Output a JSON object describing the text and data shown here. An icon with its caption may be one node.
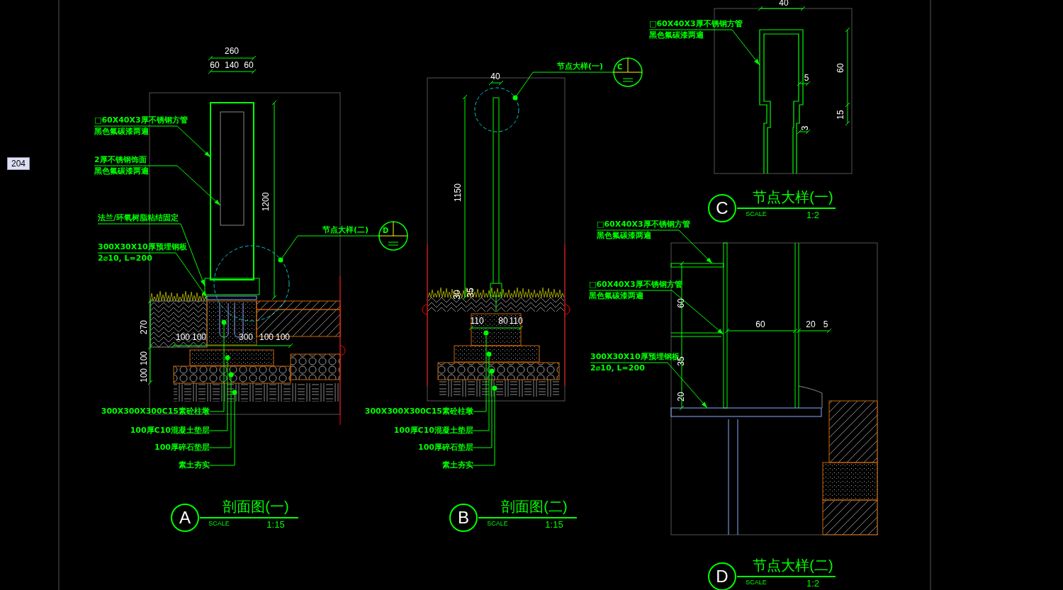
{
  "diagram": {
    "nodes": [
      {
        "text": [
          "□60X40X3厚不锈钢方管",
          "黑色氟碳漆两遍"
        ]
      },
      {
        "text": [
          "2厚不锈钢饰面",
          "黑色氟碳漆两遍"
        ]
      },
      {
        "text": [
          "法兰/环氧树脂粘结固定"
        ]
      },
      {
        "text": [
          "300X30X10厚预埋钢板",
          "2⌀10, L=200"
        ]
      },
      {
        "text": [
          "节点大样(二)",
          "D"
        ]
      },
      {
        "text": [
          "300X300X300C15素砼柱墩"
        ]
      },
      {
        "text": [
          "100厚C10混凝土垫层"
        ]
      },
      {
        "text": [
          "100厚碎石垫层"
        ]
      },
      {
        "text": [
          "素土夯实"
        ]
      },
      {
        "text": [
          "节点大样(一)",
          "C"
        ]
      },
      {
        "text": [
          "300X300X300C15素砼柱墩"
        ]
      },
      {
        "text": [
          "100厚C10混凝土垫层"
        ]
      },
      {
        "text": [
          "100厚碎石垫层"
        ]
      },
      {
        "text": [
          "素土夯实"
        ]
      },
      {
        "text": [
          "□60X40X3厚不锈钢方管",
          "黑色氟碳漆两遍"
        ]
      },
      {
        "text": [
          "□60X40X3厚不锈钢方管",
          "黑色氟碳漆两遍"
        ]
      },
      {
        "text": [
          "□60X40X3厚不锈钢方管",
          "黑色氟碳漆两遍"
        ]
      },
      {
        "text": [
          "300X30X10厚预埋钢板",
          "2⌀10, L=200"
        ]
      },
      {
        "text": [],
        "shape": "box"
      },
      {
        "text": [],
        "shape": "box",
        "in": 18
      },
      {
        "text": [],
        "shape": "box"
      },
      {
        "text": [],
        "shape": "box"
      },
      {
        "text": [],
        "shape": "circle"
      },
      {
        "text": [],
        "shape": "box"
      },
      {
        "text": [],
        "shape": "box"
      },
      {
        "text": [],
        "shape": "box"
      },
      {
        "text": [],
        "shape": "box"
      },
      {
        "text": [],
        "shape": "circle"
      },
      {
        "text": [],
        "shape": "box"
      },
      {
        "text": [],
        "shape": "box"
      },
      {
        "text": [],
        "shape": "box"
      },
      {
        "text": [],
        "shape": "box"
      },
      {
        "text": [],
        "shape": "picture"
      },
      {
        "text": [],
        "shape": "box"
      },
      {
        "text": [],
        "shape": "box"
      },
      {
        "text": [],
        "shape": "box"
      },
      {
        "text": [
          "A"
        ],
        "beside": [
          "剖面图(一)",
          "SCALE",
          "1:15"
        ]
      },
      {
        "text": [
          "B"
        ],
        "beside": [
          "剖面图(二)",
          "SCALE",
          "1:15"
        ]
      },
      {
        "text": [
          "C"
        ],
        "beside": [
          "节点大样(一)",
          "SCALE",
          "1:2"
        ]
      },
      {
        "text": [
          "D"
        ],
        "beside": [
          "节点大样(二)",
          "SCALE",
          "1:2"
        ]
      }
    ],
    "edges": [
      {
        "from": 0,
        "to": 18,
        "arrow": "to"
      },
      {
        "from": 1,
        "to": 19,
        "arrow": "to"
      },
      {
        "from": 2,
        "to": 20,
        "arrow": "to"
      },
      {
        "from": 3,
        "to": 21,
        "arrow": "to"
      },
      {
        "from": 4,
        "to": 22,
        "arrow": "other"
      },
      {
        "from": 5,
        "to": 23,
        "arrow": "other"
      },
      {
        "from": 6,
        "to": 24,
        "arrow": "other"
      },
      {
        "from": 7,
        "to": 25,
        "arrow": "other"
      },
      {
        "from": 8,
        "to": 26,
        "arrow": "other"
      },
      {
        "from": 9,
        "to": 27,
        "arrow": "other"
      },
      {
        "from": 10,
        "to": 28,
        "arrow": "other"
      },
      {
        "from": 11,
        "to": 29,
        "arrow": "other"
      },
      {
        "from": 12,
        "to": 30,
        "arrow": "other"
      },
      {
        "from": 13,
        "to": 31,
        "arrow": "other"
      },
      {
        "from": 14,
        "to": 32,
        "arrow": "to"
      },
      {
        "from": 15,
        "to": 33,
        "arrow": "to"
      },
      {
        "from": 16,
        "to": 34,
        "arrow": "to"
      },
      {
        "from": 17,
        "to": 35,
        "arrow": "to"
      }
    ],
    "labels": [
      "204",
      "260",
      "60",
      "140",
      "60",
      "1200",
      "270",
      "100",
      "100",
      "300",
      "100",
      "100",
      "100",
      "100",
      "40",
      "1150",
      "30",
      "35",
      "110",
      "80",
      "110",
      "40",
      "60",
      "5",
      "15",
      "3",
      "60",
      "20",
      "5",
      "60",
      "35",
      "20"
    ]
  }
}
